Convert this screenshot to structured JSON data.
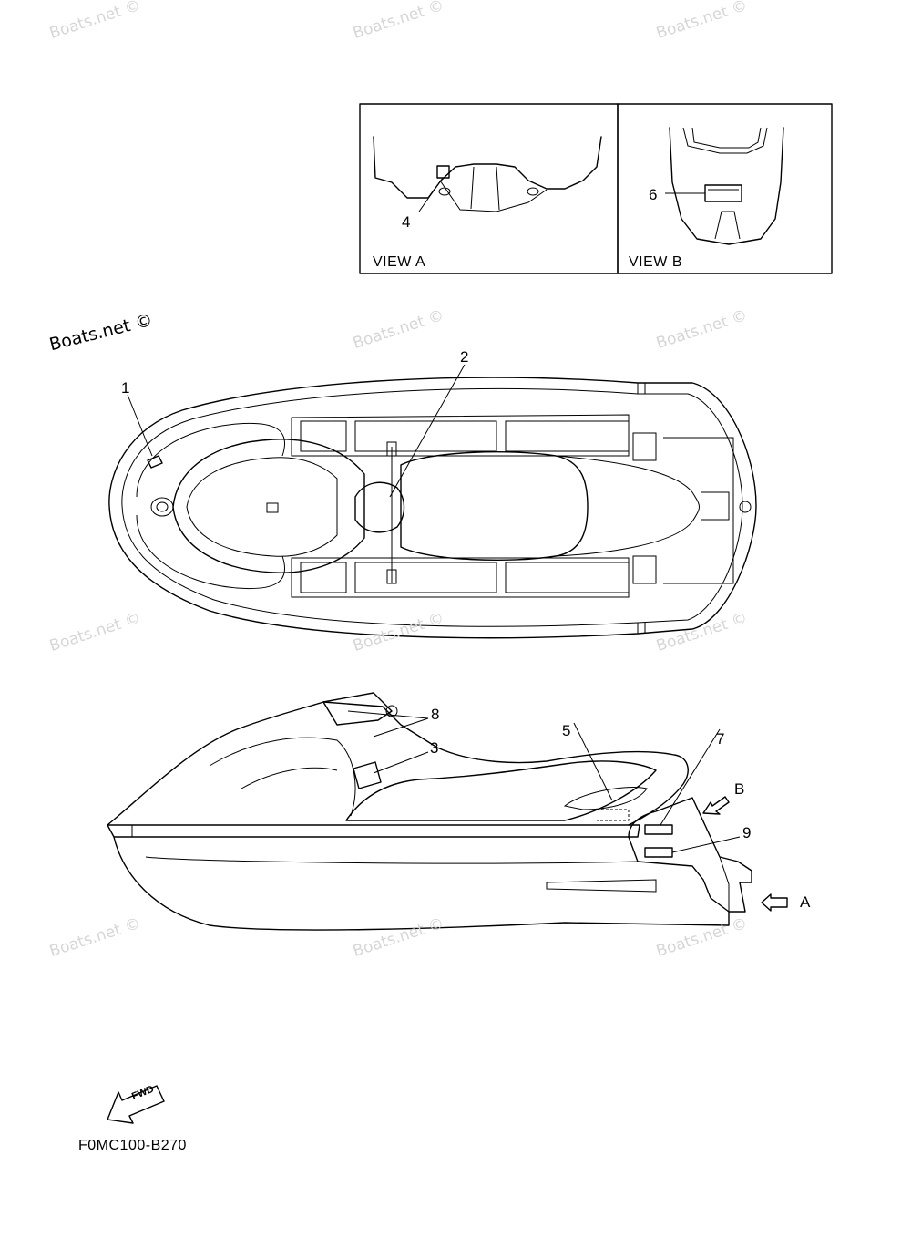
{
  "watermark": {
    "faint_text": "Boats.net ©",
    "dark_text": "Boats.net ©"
  },
  "views": {
    "view_a": "VIEW A",
    "view_b": "VIEW B"
  },
  "callouts": {
    "c1": "1",
    "c2": "2",
    "c3": "3",
    "c4": "4",
    "c5": "5",
    "c6": "6",
    "c7": "7",
    "c8": "8",
    "c9": "9"
  },
  "arrows": {
    "a": "A",
    "b": "B"
  },
  "fwd_label": "FWD",
  "drawing_code": "F0MC100-B270"
}
